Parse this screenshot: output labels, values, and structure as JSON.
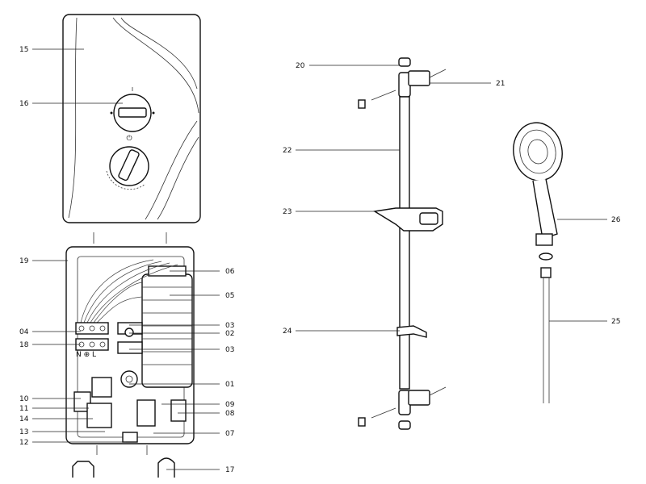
{
  "labels": {
    "l15": "15",
    "l16": "16",
    "l19": "19",
    "l06": "06",
    "l05": "05",
    "l03a": "03",
    "l02": "02",
    "l03b": "03",
    "l04": "04",
    "l18": "18",
    "l01": "01",
    "l10": "10",
    "l11": "11",
    "l09": "09",
    "l08": "08",
    "l14": "14",
    "l13": "13",
    "l07": "07",
    "l12": "12",
    "l17": "17",
    "l20": "20",
    "l21": "21",
    "l22": "22",
    "l23": "23",
    "l24": "24",
    "l25": "25",
    "l26": "26"
  },
  "terminal_text": "N ⊕ L"
}
